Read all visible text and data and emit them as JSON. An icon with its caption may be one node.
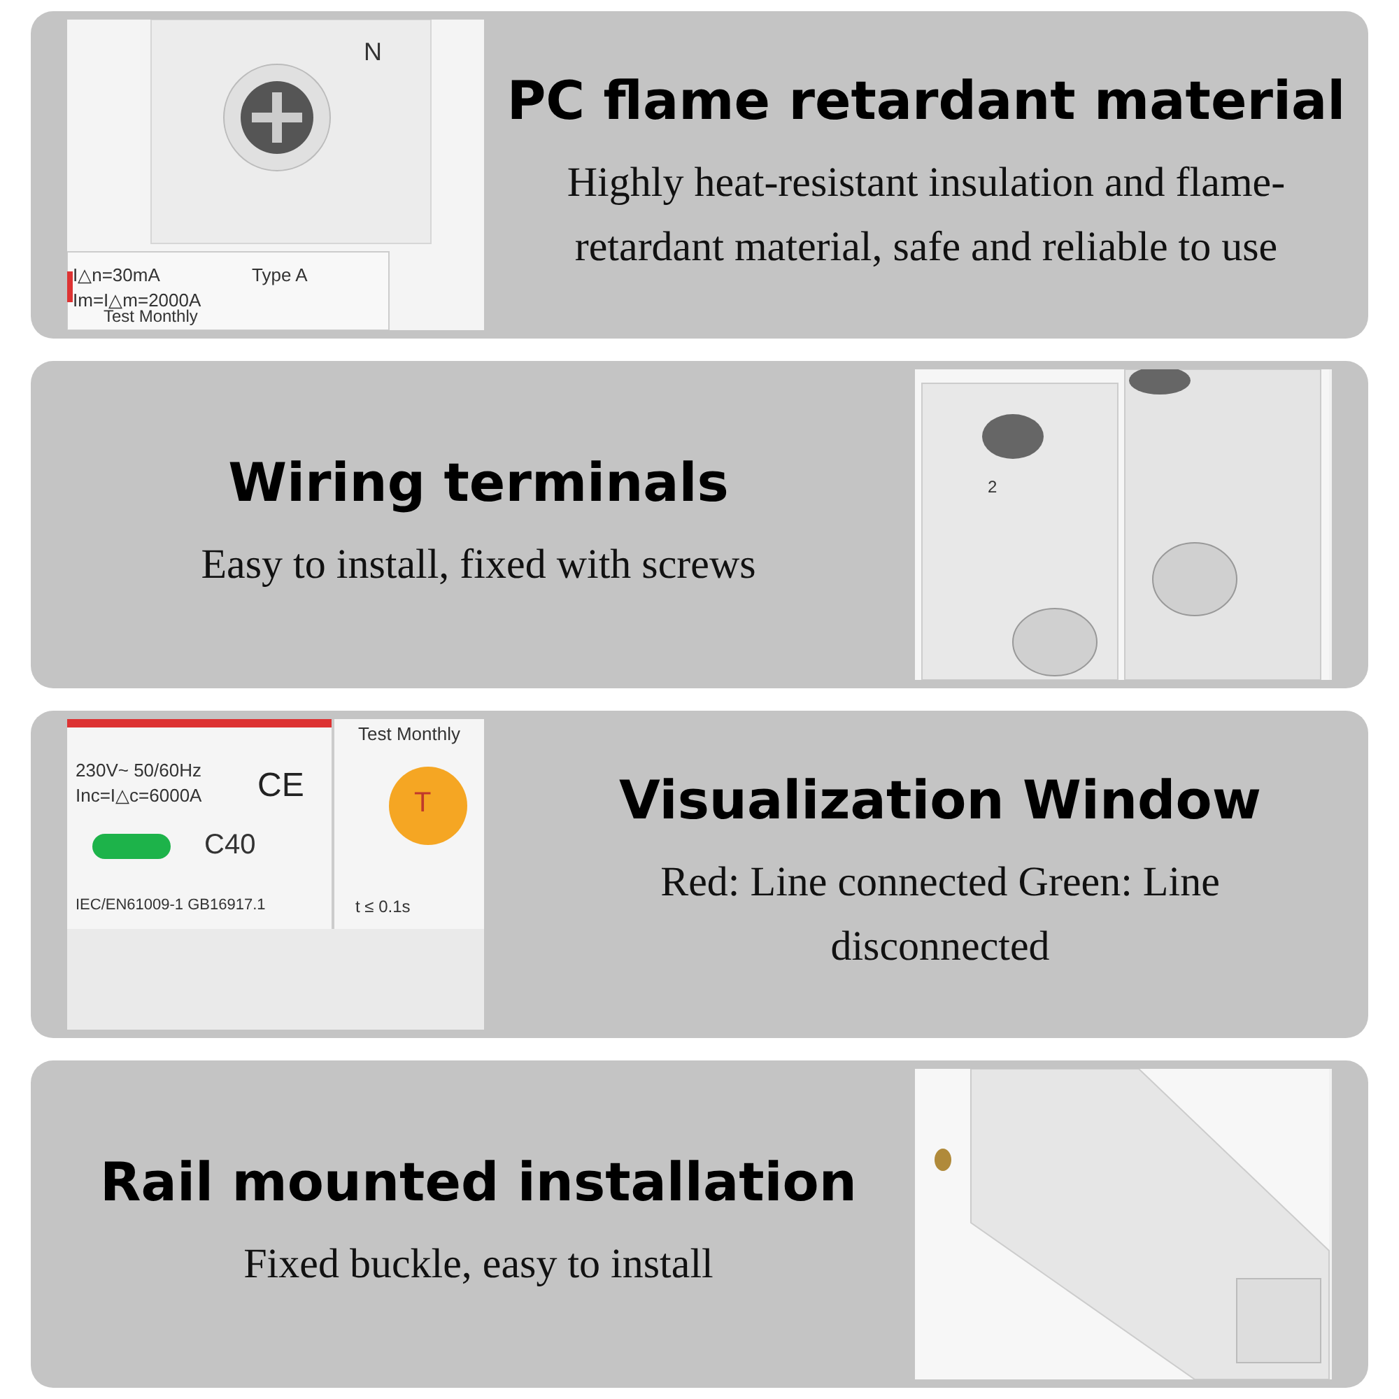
{
  "diagram": {
    "nodes": [
      {
        "text": [
          "PC flame retardant material",
          "Highly heat-resistant insulation and flame-retardant material, safe and reliable to use"
        ]
      },
      {
        "text": [
          "Wiring terminals",
          "Easy to install, fixed with screws"
        ]
      },
      {
        "text": [
          "Visualization Window",
          "Red: Line connected Green: Line disconnected"
        ]
      },
      {
        "text": [
          "Rail mounted installation",
          "Fixed buckle, easy to install"
        ]
      }
    ],
    "edges": [],
    "labels": [
      "N",
      "I△n=30mA",
      "Type A",
      "Im=I△m=2000A",
      "Test Monthly",
      "2",
      "230V~ 50/60Hz",
      "Inc=I△c=6000A",
      "CE",
      "C40",
      "IEC/EN61009-1 GB16917.1",
      "Test Monthly",
      "T",
      "t ≤ 0.1s"
    ]
  }
}
